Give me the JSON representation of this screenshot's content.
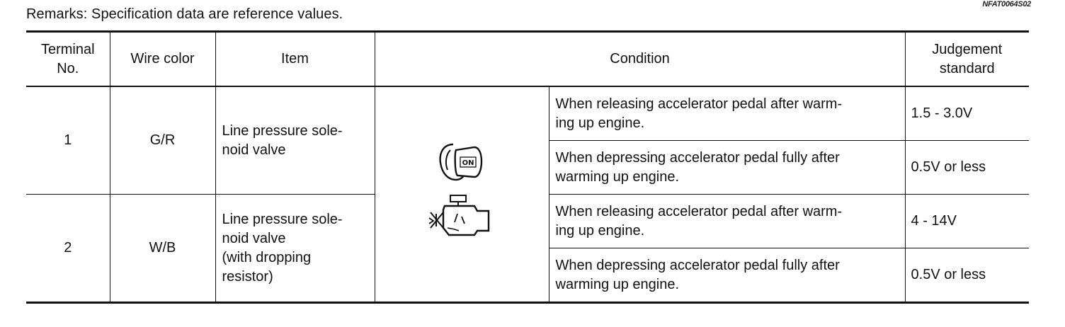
{
  "ref_code": "NFAT0064S02",
  "remarks": "Remarks: Specification data are reference values.",
  "headers": {
    "terminal_no": "Terminal\nNo.",
    "wire_color": "Wire color",
    "item": "Item",
    "condition": "Condition",
    "judgement": "Judgement\nstandard"
  },
  "rows": [
    {
      "terminal": "1",
      "wire_color": "G/R",
      "item": "Line pressure sole-\nnoid valve",
      "conditions": [
        {
          "text": "When releasing accelerator pedal after warm-\ning up engine.",
          "judgement": "1.5 - 3.0V"
        },
        {
          "text": "When depressing accelerator pedal fully after\nwarming up engine.",
          "judgement": "0.5V or less"
        }
      ]
    },
    {
      "terminal": "2",
      "wire_color": "W/B",
      "item": "Line pressure sole-\nnoid valve\n(with dropping\nresistor)",
      "conditions": [
        {
          "text": "When releasing accelerator pedal after warm-\ning up engine.",
          "judgement": "4 - 14V"
        },
        {
          "text": "When depressing accelerator pedal fully after\nwarming up engine.",
          "judgement": "0.5V or less"
        }
      ]
    }
  ],
  "icons": {
    "ignition": "ignition-key-on-icon",
    "engine": "engine-running-icon",
    "ignition_label": "ON"
  }
}
